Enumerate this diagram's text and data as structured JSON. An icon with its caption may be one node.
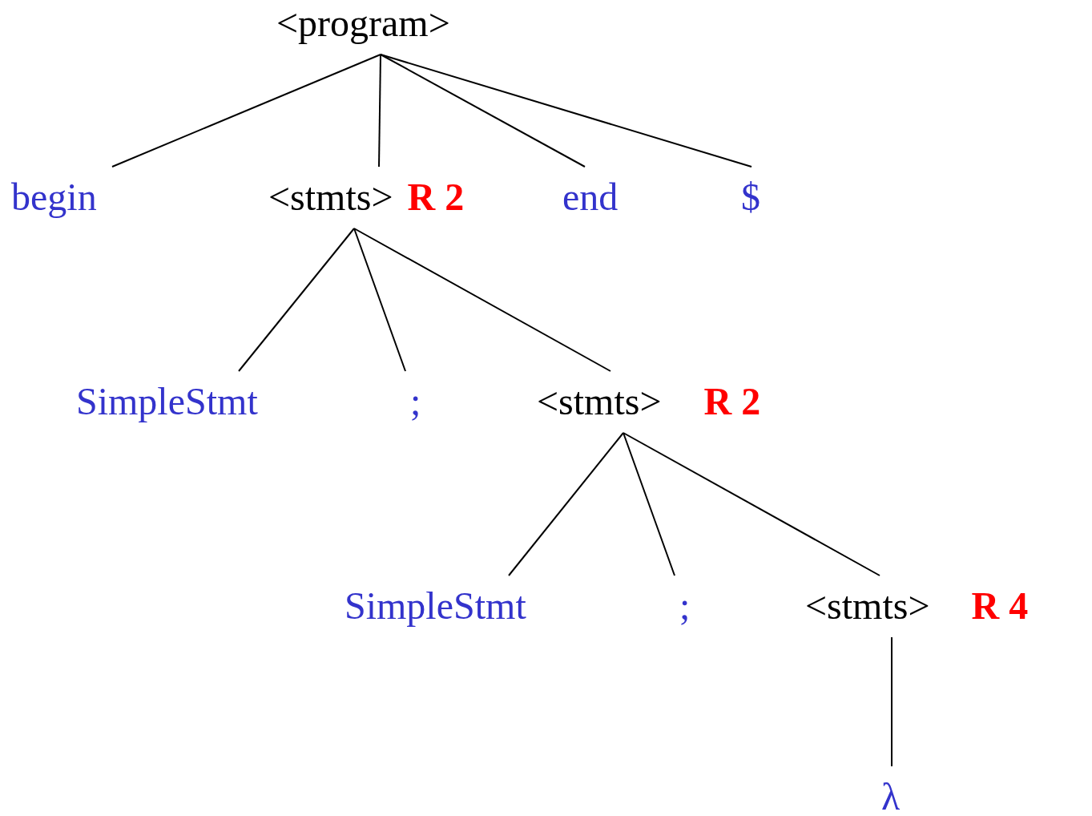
{
  "diagram": {
    "nodes": [
      {
        "text": [
          "<program>"
        ]
      },
      {
        "text": [
          "begin"
        ]
      },
      {
        "text": [
          "<stmts>"
        ],
        "beside": [
          "R 2"
        ]
      },
      {
        "text": [
          "end"
        ]
      },
      {
        "text": [
          "$"
        ]
      },
      {
        "text": [
          "SimpleStmt"
        ]
      },
      {
        "text": [
          ";"
        ]
      },
      {
        "text": [
          "<stmts>"
        ],
        "beside": [
          "R 2"
        ]
      },
      {
        "text": [
          "SimpleStmt"
        ]
      },
      {
        "text": [
          ";"
        ]
      },
      {
        "text": [
          "<stmts>"
        ],
        "beside": [
          "R 4"
        ]
      },
      {
        "text": [
          "λ"
        ]
      }
    ],
    "edges": [
      {
        "from": 0,
        "to": 1,
        "arrow": "none"
      },
      {
        "from": 0,
        "to": 2,
        "arrow": "none"
      },
      {
        "from": 0,
        "to": 3,
        "arrow": "none"
      },
      {
        "from": 0,
        "to": 4,
        "arrow": "none"
      },
      {
        "from": 2,
        "to": 5,
        "arrow": "none"
      },
      {
        "from": 2,
        "to": 6,
        "arrow": "none"
      },
      {
        "from": 2,
        "to": 7,
        "arrow": "none"
      },
      {
        "from": 7,
        "to": 8,
        "arrow": "none"
      },
      {
        "from": 7,
        "to": 9,
        "arrow": "none"
      },
      {
        "from": 7,
        "to": 10,
        "arrow": "none"
      },
      {
        "from": 10,
        "to": 11,
        "arrow": "none"
      }
    ]
  }
}
